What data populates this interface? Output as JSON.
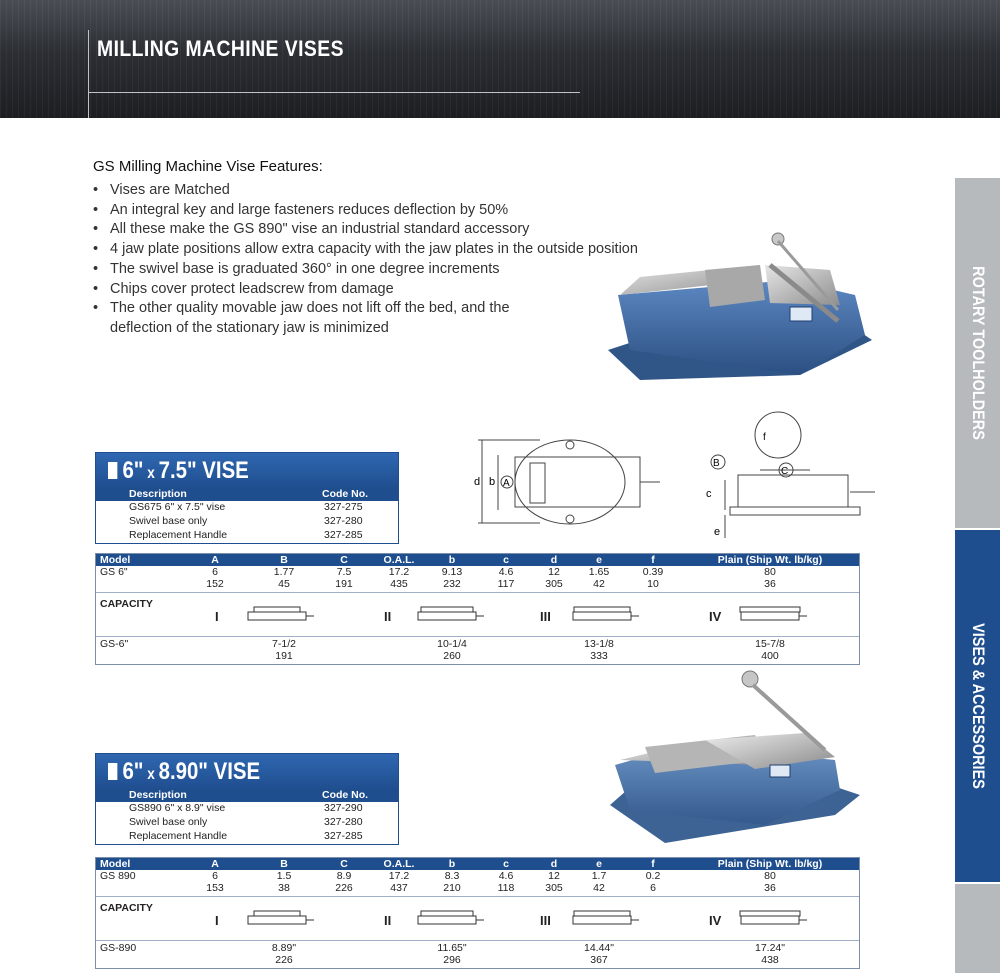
{
  "header": {
    "title": "MILLING MACHINE VISES"
  },
  "side_tabs": [
    {
      "label": "ROTARY TOOLHOLDERS",
      "active": false
    },
    {
      "label": "VISES & ACCESSORIES",
      "active": true
    }
  ],
  "features": {
    "title": "GS Milling Machine Vise Features:",
    "bullet": "•",
    "items": [
      "Vises are Matched",
      "An integral key and large fasteners reduces deflection by 50%",
      "All these make the GS 890\" vise an industrial standard accessory",
      "4 jaw plate positions allow extra capacity with the jaw plates in the outside position",
      "The swivel base is graduated 360° in one degree increments",
      "Chips cover protect leadscrew from damage",
      "The other quality movable jaw does not lift off the bed, and the",
      "deflection of the stationary jaw is minimized"
    ]
  },
  "diagram": {
    "labels": {
      "d": "d",
      "b": "b",
      "A": "A",
      "B": "B",
      "C": "C",
      "c": "c",
      "e": "e",
      "f": "f"
    }
  },
  "vise1": {
    "title_a": "6\"",
    "title_x": " x ",
    "title_b": "7.5\" VISE",
    "col_desc": "Description",
    "col_code": "Code No.",
    "items": [
      {
        "desc": "GS675 6\" x 7.5\" vise",
        "code": "327-275"
      },
      {
        "desc": "Swivel base only",
        "code": "327-280"
      },
      {
        "desc": "Replacement Handle",
        "code": "327-285"
      }
    ],
    "spec_headers": [
      "Model",
      "A",
      "B",
      "C",
      "O.A.L.",
      "b",
      "c",
      "d",
      "e",
      "f",
      "Plain (Ship Wt. lb/kg)"
    ],
    "spec_rows": [
      [
        "GS 6\"",
        "6",
        "1.77",
        "7.5",
        "17.2",
        "9.13",
        "4.6",
        "12",
        "1.65",
        "0.39",
        "80"
      ],
      [
        "",
        "152",
        "45",
        "191",
        "435",
        "232",
        "117",
        "305",
        "42",
        "10",
        "36"
      ]
    ],
    "capacity_label": "CAPACITY",
    "positions": [
      "I",
      "II",
      "III",
      "IV"
    ],
    "capacity_model": "GS-6\"",
    "capacity_in": [
      "7-1/2",
      "10-1/4",
      "13-1/8",
      "15-7/8"
    ],
    "capacity_mm": [
      "191",
      "260",
      "333",
      "400"
    ]
  },
  "vise2": {
    "title_a": "6\"",
    "title_x": " x ",
    "title_b": "8.90\" VISE",
    "col_desc": "Description",
    "col_code": "Code No.",
    "items": [
      {
        "desc": "GS890  6\" x 8.9\" vise",
        "code": "327-290"
      },
      {
        "desc": "Swivel base only",
        "code": "327-280"
      },
      {
        "desc": "Replacement Handle",
        "code": "327-285"
      }
    ],
    "spec_headers": [
      "Model",
      "A",
      "B",
      "C",
      "O.A.L.",
      "b",
      "c",
      "d",
      "e",
      "f",
      "Plain (Ship Wt. lb/kg)"
    ],
    "spec_rows": [
      [
        "GS 890",
        "6",
        "1.5",
        "8.9",
        "17.2",
        "8.3",
        "4.6",
        "12",
        "1.7",
        "0.2",
        "80"
      ],
      [
        "",
        "153",
        "38",
        "226",
        "437",
        "210",
        "118",
        "305",
        "42",
        "6",
        "36"
      ]
    ],
    "capacity_label": "CAPACITY",
    "positions": [
      "I",
      "II",
      "III",
      "IV"
    ],
    "capacity_model": "GS-890",
    "capacity_in": [
      "8.89\"",
      "11.65\"",
      "14.44\"",
      "17.24\""
    ],
    "capacity_mm": [
      "226",
      "296",
      "367",
      "438"
    ]
  },
  "colors": {
    "brand_blue": "#1f4e8f",
    "tab_grey": "#b7babd",
    "vise_blue": "#3f6ea8"
  }
}
